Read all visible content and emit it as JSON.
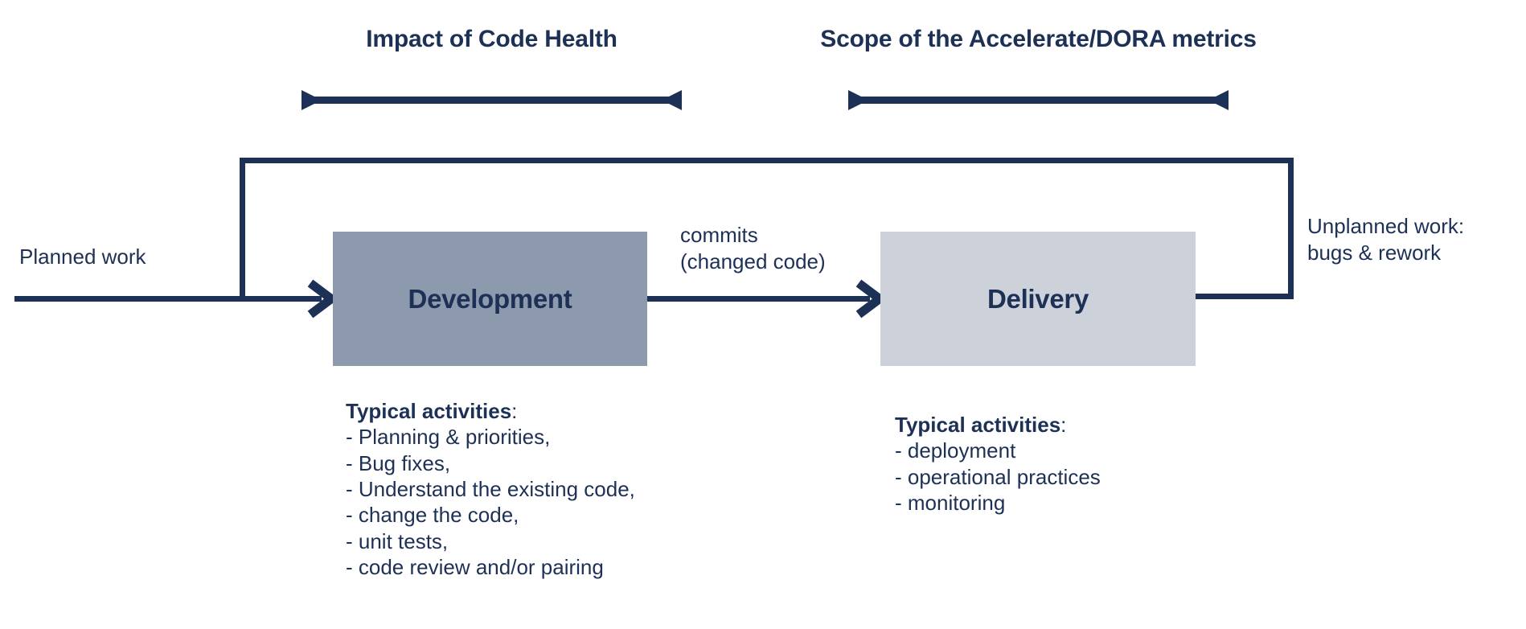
{
  "diagram": {
    "title_impact": "Impact of Code Health",
    "title_scope": "Scope of the Accelerate/DORA metrics",
    "colors": {
      "ink": "#1d3055",
      "development_fill": "#8d9aad",
      "delivery_fill": "#ccd1da",
      "background": "#ffffff"
    },
    "boxes": {
      "development": {
        "label": "Development"
      },
      "delivery": {
        "label": "Delivery"
      }
    },
    "labels": {
      "planned_work": "Planned work",
      "commits": "commits\n(changed code)",
      "unplanned_work": "Unplanned work:\nbugs & rework"
    },
    "activities_development": {
      "heading": "Typical activities",
      "colon": ":",
      "items": [
        " - Planning & priorities,",
        " - Bug fixes,",
        " - Understand the existing code,",
        " - change the code,",
        " - unit tests,",
        " - code review and/or pairing"
      ]
    },
    "activities_delivery": {
      "heading": "Typical activities",
      "colon": ":",
      "items": [
        " - deployment",
        " - operational practices",
        " - monitoring"
      ]
    }
  }
}
